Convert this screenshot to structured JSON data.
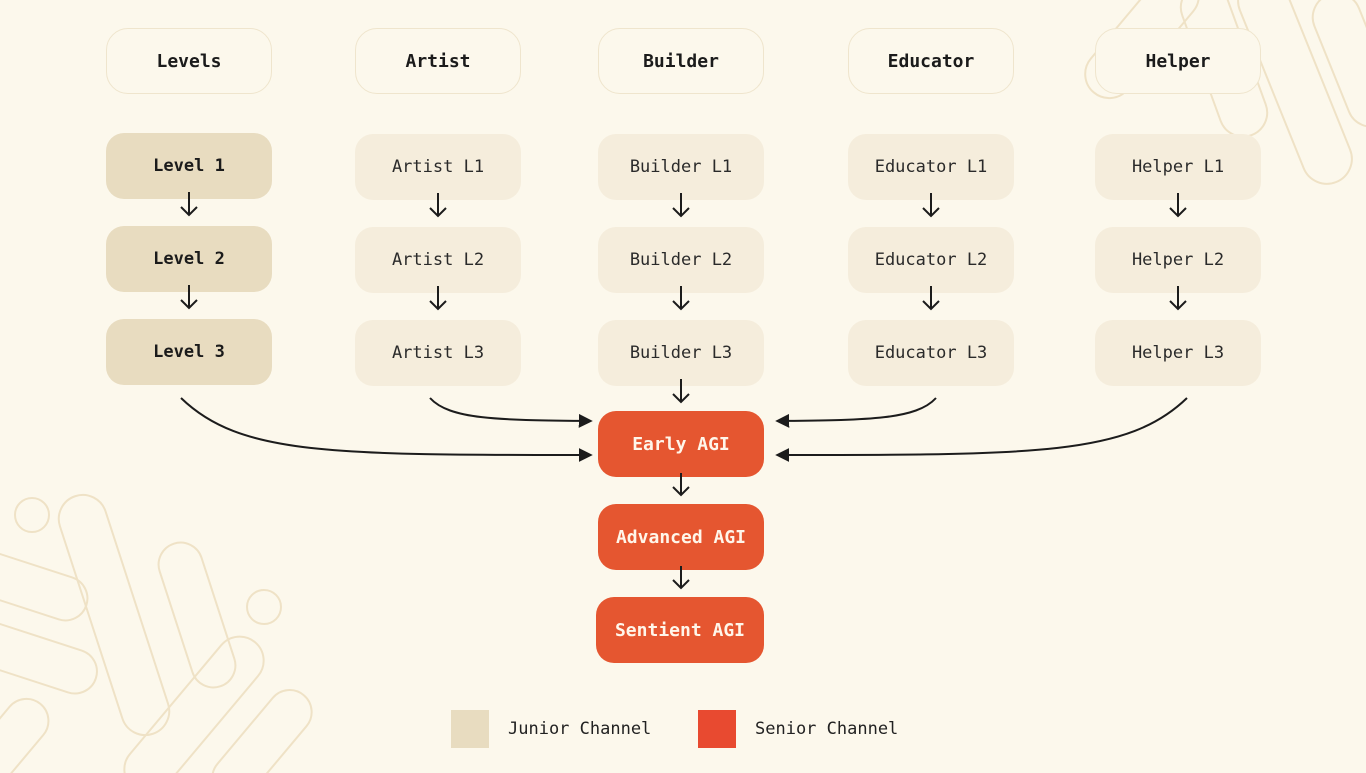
{
  "headers": [
    "Levels",
    "Artist",
    "Builder",
    "Educator",
    "Helper"
  ],
  "levels": [
    "Level 1",
    "Level 2",
    "Level 3"
  ],
  "tracks": [
    [
      "Artist L1",
      "Artist L2",
      "Artist L3"
    ],
    [
      "Builder L1",
      "Builder L2",
      "Builder L3"
    ],
    [
      "Educator L1",
      "Educator L2",
      "Educator L3"
    ],
    [
      "Helper L1",
      "Helper L2",
      "Helper L3"
    ]
  ],
  "agi": [
    "Early AGI",
    "Advanced AGI",
    "Sentient AGI"
  ],
  "legend": {
    "junior_label": "Junior Channel",
    "senior_label": "Senior Channel",
    "junior_color": "#e8dcc0",
    "senior_color": "#e55630"
  }
}
